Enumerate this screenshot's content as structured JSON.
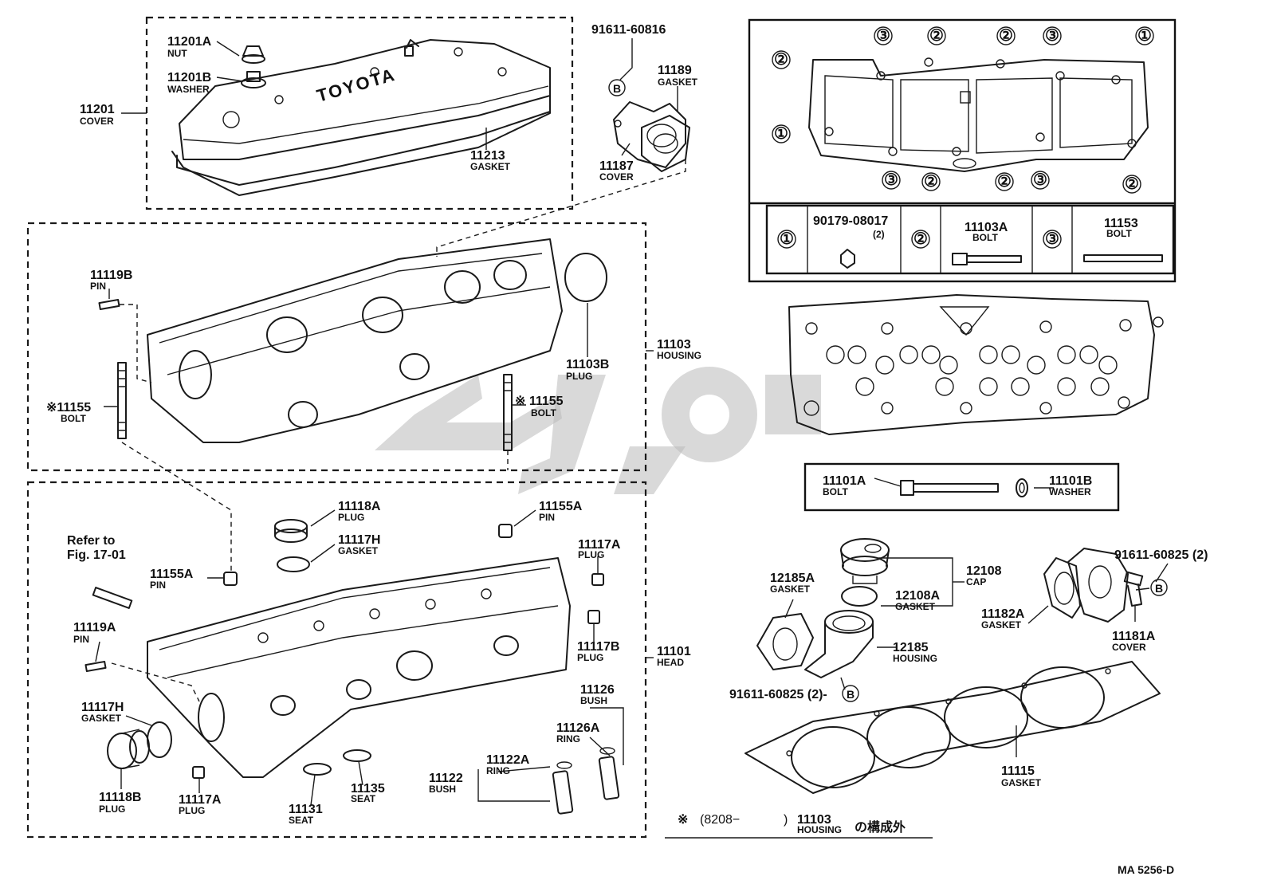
{
  "labels": {
    "l11201a": {
      "num": "11201A",
      "name": "NUT"
    },
    "l11201b": {
      "num": "11201B",
      "name": "WASHER"
    },
    "l11201": {
      "num": "11201",
      "name": "COVER"
    },
    "l11213": {
      "num": "11213",
      "name": "GASKET"
    },
    "l91611_816": {
      "num": "91611-60816"
    },
    "l11189": {
      "num": "11189",
      "name": "GASKET"
    },
    "l11187": {
      "num": "11187",
      "name": "COVER"
    },
    "l11119b": {
      "num": "11119B",
      "name": "PIN"
    },
    "l11155_left": {
      "num": "※11155",
      "name": "BOLT"
    },
    "l11155_right": {
      "num": "※ 11155",
      "name": "BOLT"
    },
    "l11103b": {
      "num": "11103B",
      "name": "PLUG"
    },
    "l11103": {
      "num": "11103",
      "name": "HOUSING"
    },
    "l11118a": {
      "num": "11118A",
      "name": "PLUG"
    },
    "l11117h_top": {
      "num": "11117H",
      "name": "GASKET"
    },
    "l11155a_right": {
      "num": "11155A",
      "name": "PIN"
    },
    "l11155a_left": {
      "num": "11155A",
      "name": "PIN"
    },
    "l11117a_right": {
      "num": "11117A",
      "name": "PLUG"
    },
    "l11117b": {
      "num": "11117B",
      "name": "PLUG"
    },
    "l11101": {
      "num": "11101",
      "name": "HEAD"
    },
    "l11119a": {
      "num": "11119A",
      "name": "PIN"
    },
    "l11117h_left": {
      "num": "11117H",
      "name": "GASKET"
    },
    "l11118b": {
      "num": "11118B",
      "name": "PLUG"
    },
    "l11117a_bottom": {
      "num": "11117A",
      "name": "PLUG"
    },
    "l11131": {
      "num": "11131",
      "name": "SEAT"
    },
    "l11135": {
      "num": "11135",
      "name": "SEAT"
    },
    "l11126": {
      "num": "11126",
      "name": "BUSH"
    },
    "l11126a": {
      "num": "11126A",
      "name": "RING"
    },
    "l11122a": {
      "num": "11122A",
      "name": "RING"
    },
    "l11122": {
      "num": "11122",
      "name": "BUSH"
    },
    "l12185a": {
      "num": "12185A",
      "name": "GASKET"
    },
    "l12108": {
      "num": "12108",
      "name": "CAP"
    },
    "l12108a": {
      "num": "12108A",
      "name": "GASKET"
    },
    "l12185": {
      "num": "12185",
      "name": "HOUSING"
    },
    "l91611_825_right": {
      "num": "91611-60825 (2)"
    },
    "l11182a": {
      "num": "11182A",
      "name": "GASKET"
    },
    "l11181a": {
      "num": "11181A",
      "name": "COVER"
    },
    "l91611_825_left": {
      "num": "91611-60825 (2)-"
    },
    "l11115": {
      "num": "11115",
      "name": "GASKET"
    },
    "l11101a": {
      "num": "11101A",
      "name": "BOLT"
    },
    "l11101b": {
      "num": "11101B",
      "name": "WASHER"
    }
  },
  "refer_to": {
    "line1": "Refer to",
    "line2": "Fig. 17-01"
  },
  "cover_brand": "TOYOTA",
  "marker_b": "B",
  "legend": {
    "c1": "①",
    "c2": "②",
    "c3": "③",
    "p1_num": "90179-08017",
    "p1_qty": "(2)",
    "p2_num": "11103A",
    "p2_name": "BOLT",
    "p3_num": "11153",
    "p3_name": "BOLT"
  },
  "top_right_markers": {
    "top": [
      "③",
      "②",
      "②",
      "③",
      "①"
    ],
    "left_top": "②",
    "left_mid": "①",
    "bottom": [
      "③",
      "②",
      "②",
      "③",
      "②"
    ]
  },
  "footnote": {
    "mark": "※",
    "range": "(8208−",
    "close": ")",
    "part": "11103",
    "part_name": "HOUSING",
    "jp": "の構成外"
  },
  "diagram_code": "MA 5256-D",
  "watermark": "ليو"
}
